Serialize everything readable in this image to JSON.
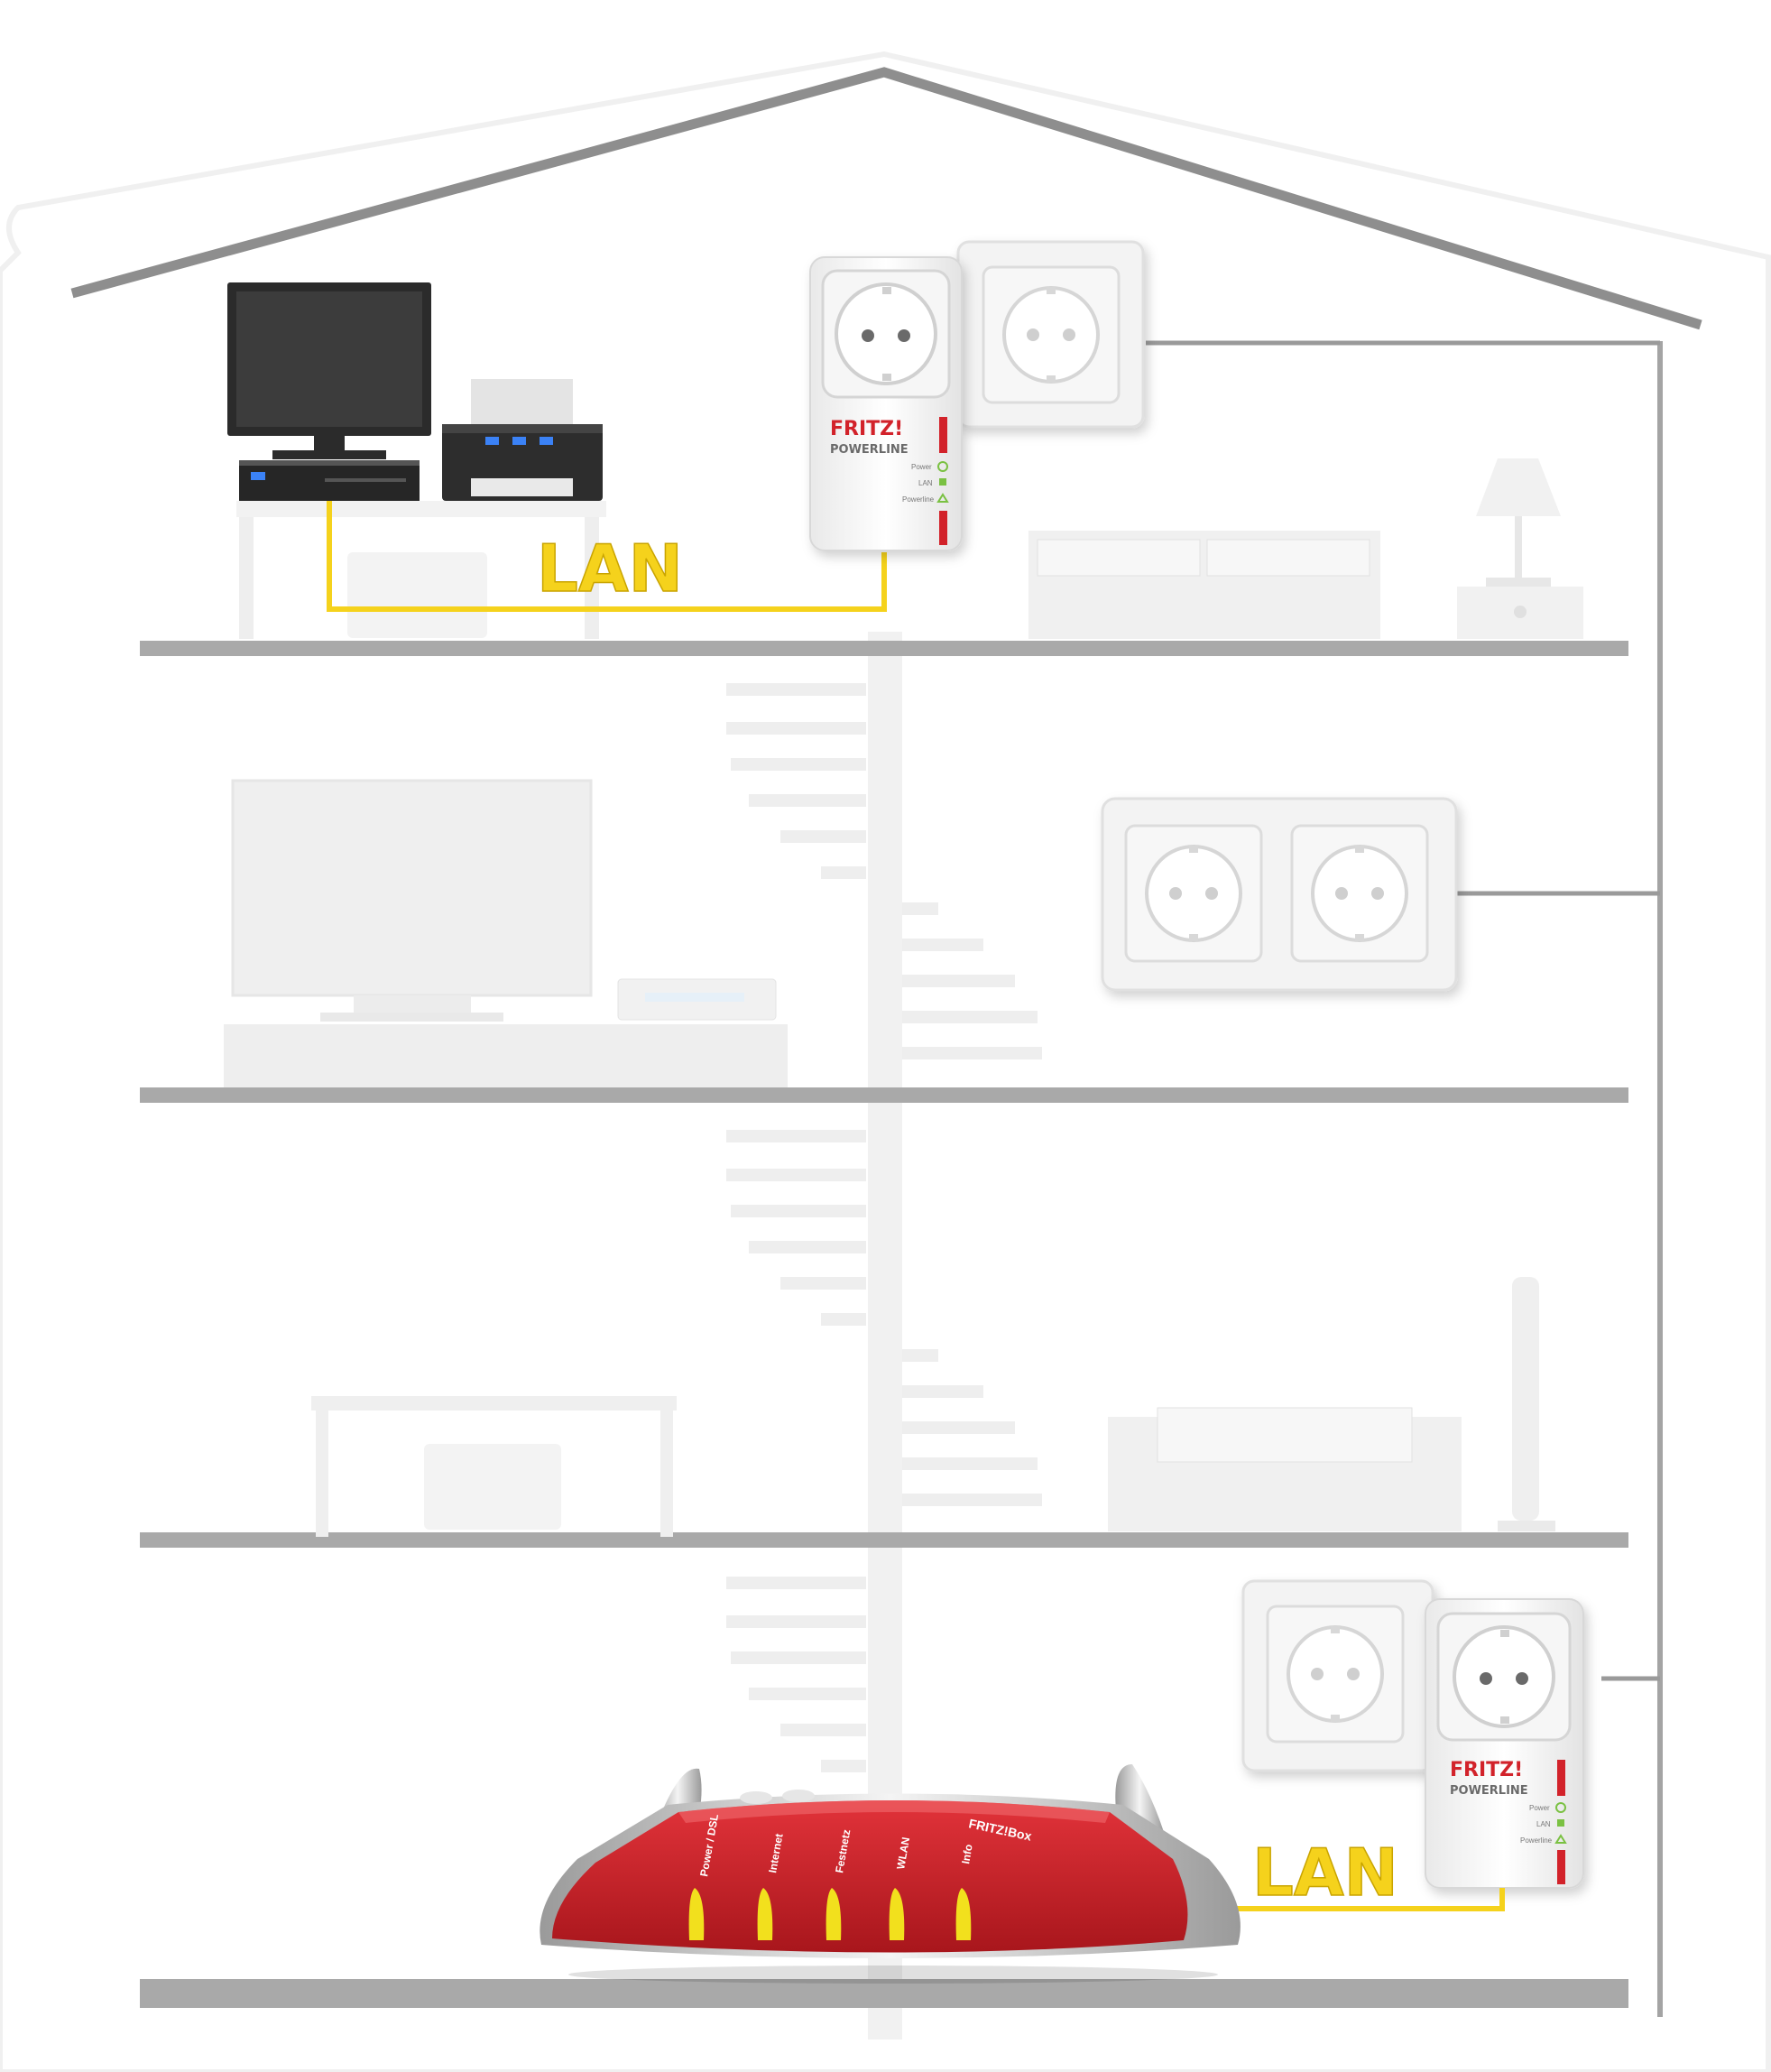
{
  "labels": {
    "lan_upper": "LAN",
    "lan_lower": "LAN"
  },
  "powerline_adapter": {
    "brand": "FRITZ!",
    "product": "POWERLINE",
    "leds": [
      "Power",
      "LAN",
      "Powerline"
    ]
  },
  "router": {
    "brand": "FRITZ!Box",
    "leds": [
      "Power / DSL",
      "Internet",
      "Festnetz",
      "WLAN",
      "Info"
    ]
  },
  "colors": {
    "lan_cable": "#f5d21c",
    "floor": "#a9a9a9",
    "house_outline": "#8e8e8e",
    "router_red": "#d2232a",
    "led_yellow": "#f2e01d",
    "led_green": "#7ac143",
    "faded_furniture": "#ececec"
  },
  "icons": [
    "house-icon",
    "computer-icon",
    "printer-icon",
    "wall-socket-icon",
    "powerline-adapter-icon",
    "router-icon",
    "tv-icon",
    "lamp-icon",
    "bed-icon",
    "sofa-icon",
    "speaker-icon",
    "staircase-icon"
  ]
}
